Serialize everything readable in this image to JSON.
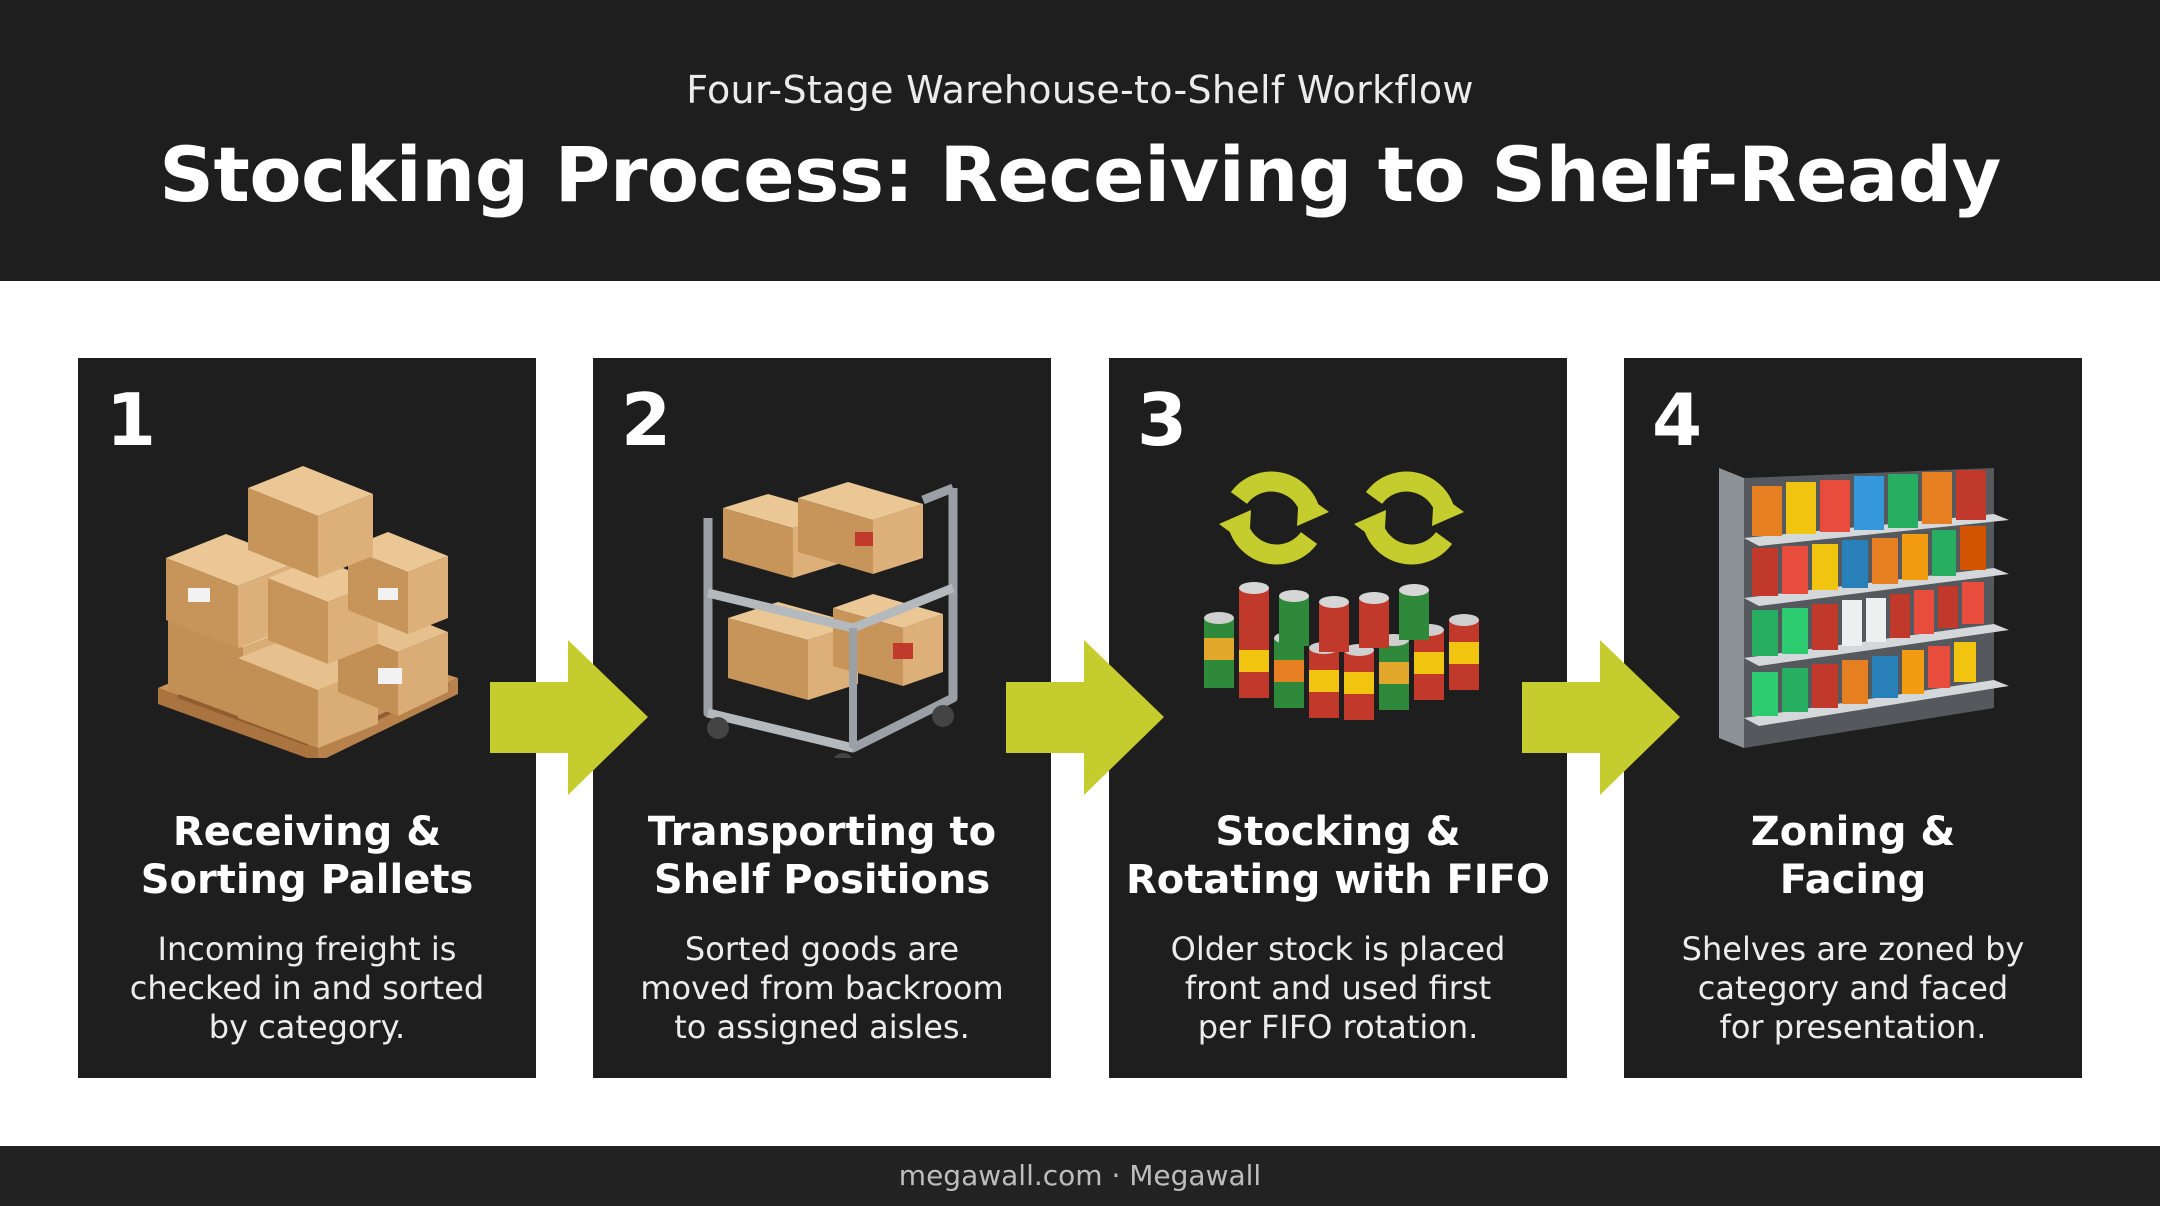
{
  "header": {
    "subtitle": "Four-Stage Warehouse-to-Shelf Workflow",
    "title": "Stocking Process: Receiving to Shelf-Ready"
  },
  "steps": [
    {
      "number": "1",
      "title_line1": "Receiving &",
      "title_line2": "Sorting Pallets",
      "desc_line1": "Incoming freight is",
      "desc_line2": "checked in and sorted",
      "desc_line3": "by category.",
      "icon": "pallet-boxes-icon"
    },
    {
      "number": "2",
      "title_line1": "Transporting to",
      "title_line2": "Shelf Positions",
      "desc_line1": "Sorted goods are",
      "desc_line2": "moved from backroom",
      "desc_line3": "to assigned aisles.",
      "icon": "stock-cart-icon"
    },
    {
      "number": "3",
      "title_line1": "Stocking &",
      "title_line2": "Rotating with FIFO",
      "desc_line1": "Older stock is placed",
      "desc_line2": "front and used first",
      "desc_line3": "per FIFO rotation.",
      "icon": "fifo-cans-icon"
    },
    {
      "number": "4",
      "title_line1": "Zoning &",
      "title_line2": "Facing",
      "desc_line1": "Shelves are zoned by",
      "desc_line2": "category and faced",
      "desc_line3": "for presentation.",
      "icon": "store-shelf-icon"
    }
  ],
  "footer": {
    "text": "megawall.com · Megawall"
  },
  "colors": {
    "dark": "#1e1e1e",
    "accent": "#c5cc2e",
    "cardboard": "#d2a66e",
    "background": "#ffffff"
  }
}
